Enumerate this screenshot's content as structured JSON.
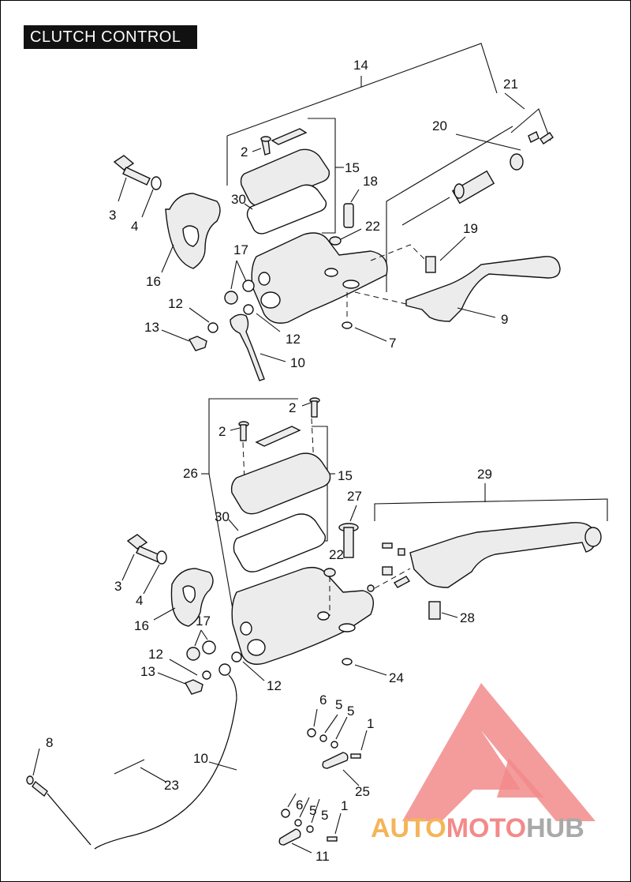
{
  "title": "CLUTCH CONTROL",
  "logo": {
    "part1": "AUTO",
    "part2": "MOTO",
    "part3": "HUB",
    "colors": {
      "auto": "#f5b45a",
      "moto": "#f38a8a",
      "hub": "#a9a9a9",
      "mark": "#f28b8b"
    }
  },
  "callouts": {
    "c14": "14",
    "c21": "21",
    "c20": "20",
    "c2a": "2",
    "c15a": "15",
    "c18": "18",
    "c3a": "3",
    "c4a": "4",
    "c30a": "30",
    "c22a": "22",
    "c19": "19",
    "c16a": "16",
    "c17a": "17",
    "c12a": "12",
    "c13a": "13",
    "c12b": "12",
    "c10a": "10",
    "c7": "7",
    "c9": "9",
    "c2b": "2",
    "c2c": "2",
    "c26": "26",
    "c15b": "15",
    "c29": "29",
    "c27": "27",
    "c30b": "30",
    "c22b": "22",
    "c3b": "3",
    "c4b": "4",
    "c16b": "16",
    "c17b": "17",
    "c28": "28",
    "c12c": "12",
    "c13b": "13",
    "c12d": "12",
    "c24": "24",
    "c6a": "6",
    "c5a": "5",
    "c5b": "5",
    "c1a": "1",
    "c8": "8",
    "c10b": "10",
    "c23": "23",
    "c25": "25",
    "c6b": "6",
    "c5c": "5",
    "c5d": "5",
    "c1b": "1",
    "c11": "11"
  }
}
